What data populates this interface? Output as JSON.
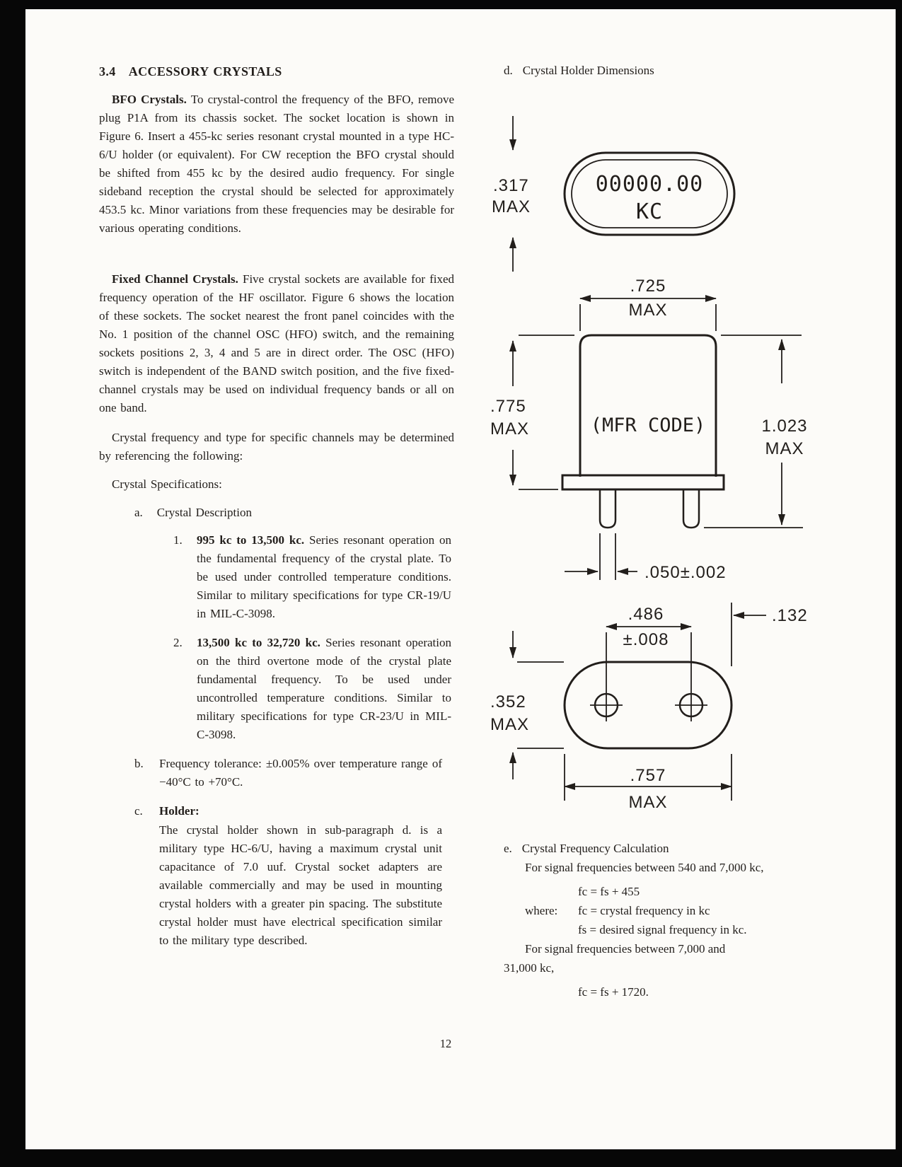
{
  "colors": {
    "ink": "#221e1b",
    "paper": "#fcfbf8"
  },
  "page": {
    "number": "12"
  },
  "left_column": {
    "heading_number": "3.4",
    "heading_title": "ACCESSORY CRYSTALS",
    "para_bfo": {
      "lead": "BFO Crystals.",
      "text": "To crystal-control the frequency of the BFO, remove plug P1A from its chassis socket. The socket location is shown in Figure 6. Insert a 455-kc series resonant crystal mounted in a type HC-6/U holder (or equivalent). For CW reception the BFO crystal should be shifted from 455 kc by the desired audio frequency. For single sideband reception the crystal should be selected for approximately 453.5 kc. Minor variations from these frequencies may be desirable for various operating conditions."
    },
    "para_fixed": {
      "lead": "Fixed Channel Crystals.",
      "text": "Five crystal sockets are available for fixed frequency operation of the HF oscillator. Figure 6 shows the location of these sockets. The socket nearest the front panel coincides with the No. 1 position of the channel OSC (HFO) switch, and the remaining sockets positions 2, 3, 4 and 5 are in direct order. The OSC (HFO) switch is independent of the BAND switch position, and the five fixed-channel crystals may be used on individual frequency bands or all on one band."
    },
    "para_freq": "Crystal frequency and type for specific channels may be determined by referencing the following:",
    "para_specs": "Crystal Specifications:",
    "item_a": {
      "label": "a.",
      "title": "Crystal Description"
    },
    "item_1": {
      "label": "1.",
      "lead": "995 kc to 13,500 kc.",
      "text": "Series resonant operation on the fundamental frequency of the crystal plate. To be used under controlled temperature conditions. Similar to military specifications for type CR-19/U in MIL-C-3098."
    },
    "item_2": {
      "label": "2.",
      "lead": "13,500 kc to 32,720 kc.",
      "text": "Series resonant operation on the third overtone mode of the crystal plate fundamental frequency. To be used under uncontrolled temperature conditions. Similar to military specifications for type CR-23/U in MIL-C-3098."
    },
    "item_b": {
      "label": "b.",
      "text": "Frequency tolerance: ±0.005% over temperature range of −40°C to +70°C."
    },
    "item_c": {
      "label": "c.",
      "title": "Holder:",
      "text": "The crystal holder shown in sub-paragraph d. is a military type HC-6/U, having a maximum crystal unit capacitance of 7.0 uuf. Crystal socket adapters are available commercially and may be used in mounting crystal holders with a greater pin spacing. The substitute crystal holder must have electrical specification similar to the military type described."
    }
  },
  "right_column": {
    "heading_d": {
      "label": "d.",
      "title": "Crystal Holder Dimensions"
    },
    "diagram_top": {
      "marking_line1": "00000.00",
      "marking_line2": "KC",
      "dim_height": ".317",
      "dim_height_max": "MAX"
    },
    "diagram_side": {
      "mfr_code": "(MFR CODE)",
      "dim_width": ".725",
      "dim_width_max": "MAX",
      "dim_body_height": ".775",
      "dim_body_height_max": "MAX",
      "dim_overall_height": "1.023",
      "dim_overall_height_max": "MAX",
      "dim_pin": ".050±.002"
    },
    "diagram_bottom": {
      "dim_pin_spacing": ".486",
      "dim_pin_spacing_tol": "±.008",
      "dim_edge": ".132",
      "dim_height": ".352",
      "dim_height_max": "MAX",
      "dim_width": ".757",
      "dim_width_max": "MAX"
    },
    "section_e": {
      "label": "e.",
      "title": "Crystal Frequency Calculation",
      "line1": "For signal frequencies between 540 and 7,000 kc,",
      "eq1": "fc = fs + 455",
      "where_label": "where:",
      "where_fc": "fc = crystal frequency in kc",
      "where_fs": "fs = desired signal frequency in kc.",
      "line2a": "For signal frequencies between 7,000 and",
      "line2b": "31,000 kc,",
      "eq2": "fc = fs + 1720."
    }
  }
}
